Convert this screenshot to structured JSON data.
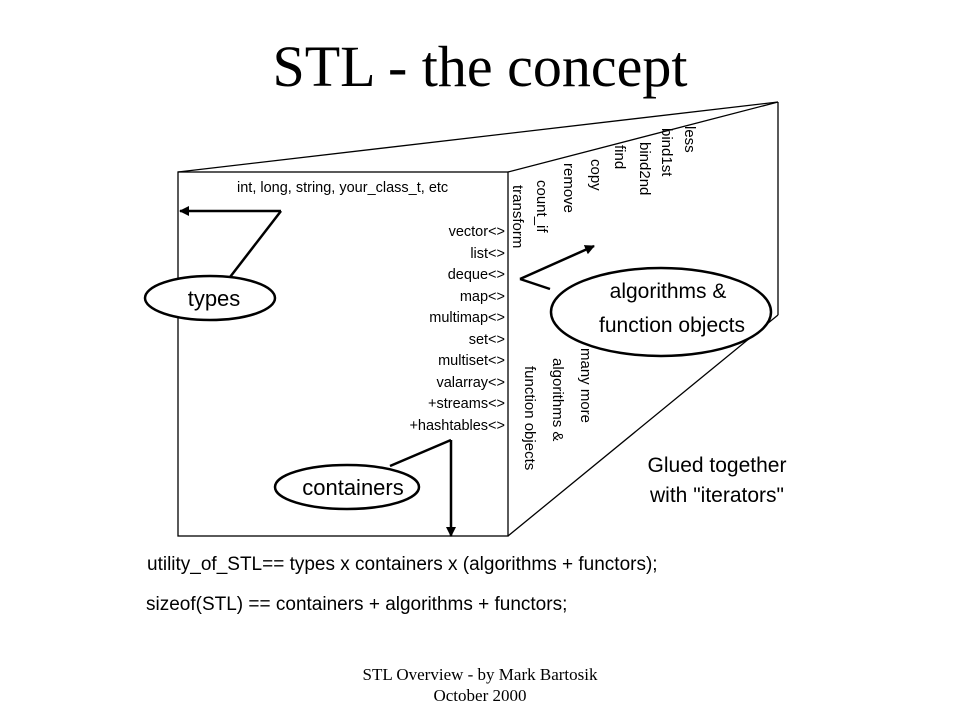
{
  "title": "STL - the concept",
  "types_row": "int, long, string, your_class_t, etc",
  "containers_list": [
    "vector<>",
    "list<>",
    "deque<>",
    "map<>",
    "multimap<>",
    "set<>",
    "multiset<>",
    "valarray<>",
    "+streams<>",
    "+hashtables<>"
  ],
  "algorithms_list": [
    "transform",
    "count_if",
    "remove",
    "copy",
    "find",
    "bind2nd",
    "bind1st",
    "less"
  ],
  "more_text": [
    "many more",
    "algorithms &",
    "function objects"
  ],
  "bubbles": {
    "types": "types",
    "containers": "containers",
    "algorithms_line1": "algorithms &",
    "algorithms_line2": "function objects"
  },
  "glue_note": [
    "Glued together",
    "with \"iterators\""
  ],
  "formula_utility": "utility_of_STL== types x containers x (algorithms + functors);",
  "formula_sizeof": "sizeof(STL) == containers + algorithms + functors;",
  "footer": [
    "STL Overview - by Mark Bartosik",
    "October 2000"
  ]
}
